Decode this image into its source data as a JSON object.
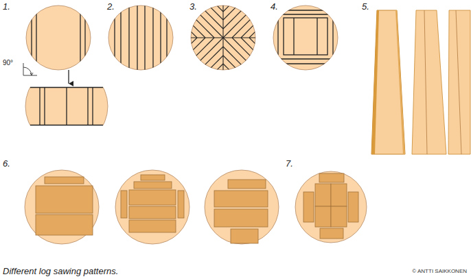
{
  "diagram": {
    "caption": "Different log sawing patterns.",
    "labels": [
      "1.",
      "2.",
      "3.",
      "4.",
      "5.",
      "90°",
      "6.",
      "7.",
      "© ANTTI SAIKKONEN"
    ]
  }
}
